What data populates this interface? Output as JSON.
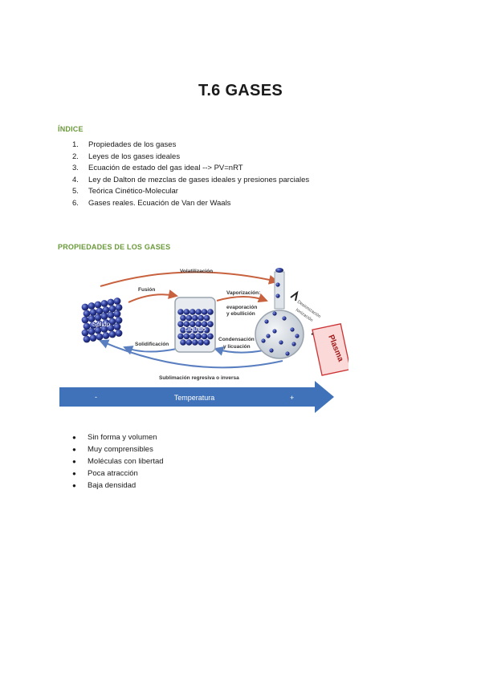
{
  "title": "T.6 GASES",
  "index": {
    "heading": "ÍNDICE",
    "items": [
      {
        "num": "1.",
        "text": "Propiedades de los gases"
      },
      {
        "num": "2.",
        "text": "Leyes de los gases ideales"
      },
      {
        "num": "3.",
        "text": "Ecuación de estado del gas ideal  --> PV=nRT"
      },
      {
        "num": "4.",
        "text": "Ley de Dalton de mezclas de gases ideales y presiones parciales"
      },
      {
        "num": "5.",
        "text": "Teórica Cinético-Molecular"
      },
      {
        "num": "6.",
        "text": "Gases reales. Ecuación de Van der Waals"
      }
    ]
  },
  "properties": {
    "heading": "PROPIEDADES DE LOS GASES",
    "diagram": {
      "volatilizacion": "Volatilización",
      "fusion": "Fusión",
      "vaporizacion": "Vaporización:",
      "evaporacion": "evaporación",
      "ebullicion": "y ebullición",
      "solido": "Sólido",
      "liquido": "Líquido",
      "solidificacion": "Solidificación",
      "condensacion": "Condensación",
      "licuacion": "y licuación",
      "sublimacion": "Sublimación regresiva o inversa",
      "desionizacion": "Desionización",
      "ionizacion": "Ionización",
      "plasma": "Plasma",
      "temperatura": "Temperatura",
      "minus": "-",
      "plus": "+"
    },
    "bullets": [
      "Sin forma y volumen",
      "Muy comprensibles",
      "Moléculas con libertad",
      "Poca atracción",
      "Baja densidad"
    ],
    "bullet_glyph": "●"
  },
  "colors": {
    "heading_green": "#6a9a3a",
    "arrow_red": "#c8613e",
    "arrow_blue": "#5a7fc0",
    "temp_bar": "#3f72b8",
    "plasma_fill": "#fbd9d9",
    "plasma_text": "#a11a1a",
    "sphere_blue": "#2f3e9e"
  }
}
